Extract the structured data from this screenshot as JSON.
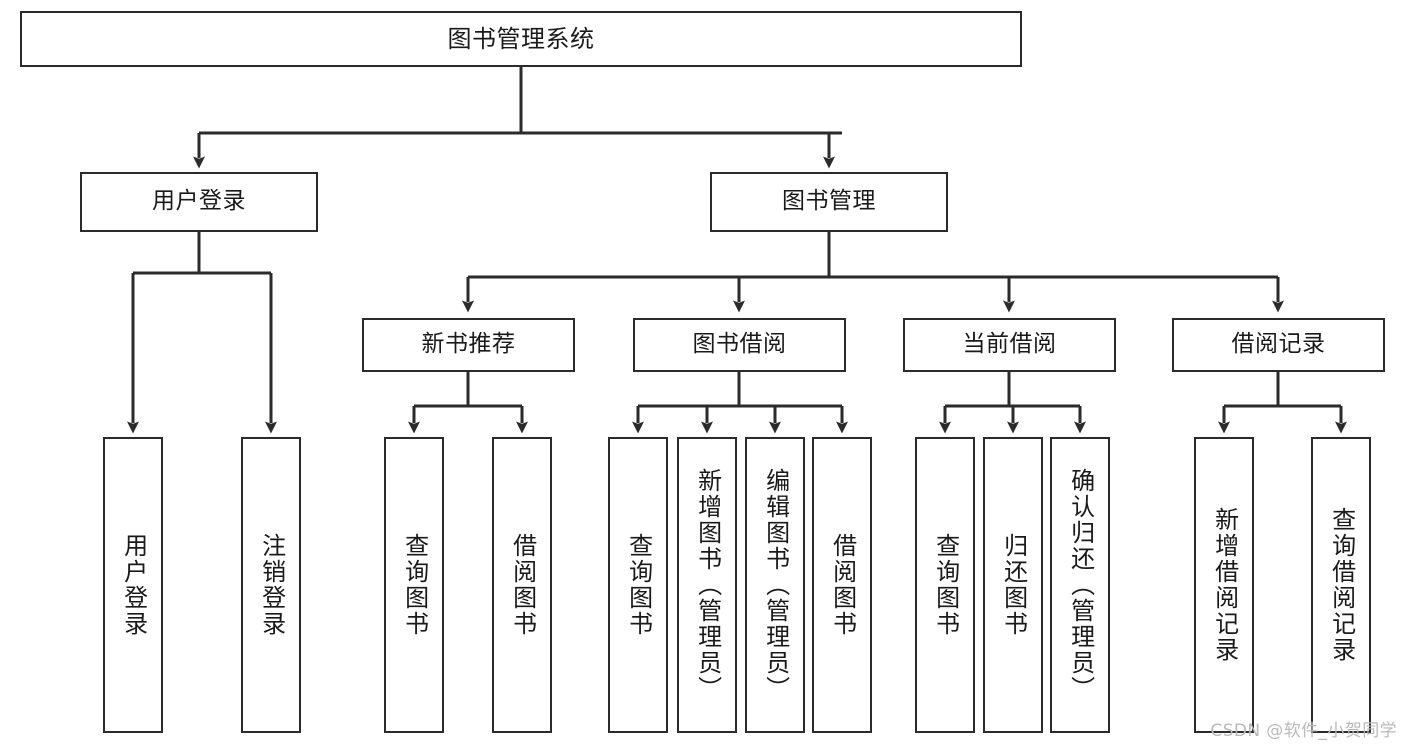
{
  "diagram": {
    "type": "tree-hierarchy",
    "title": "图书管理系统",
    "root": {
      "id": "root",
      "label": "图书管理系统"
    },
    "level2": [
      {
        "id": "user-login",
        "label": "用户登录"
      },
      {
        "id": "book-management",
        "label": "图书管理"
      }
    ],
    "level3": [
      {
        "id": "new-book-recommend",
        "label": "新书推荐",
        "parent": "book-management"
      },
      {
        "id": "book-borrow",
        "label": "图书借阅",
        "parent": "book-management"
      },
      {
        "id": "current-borrow",
        "label": "当前借阅",
        "parent": "book-management"
      },
      {
        "id": "borrow-record",
        "label": "借阅记录",
        "parent": "book-management"
      }
    ],
    "leaves": {
      "user_login": [
        {
          "id": "leaf-user-login",
          "label": "用户登录"
        },
        {
          "id": "leaf-logout-login",
          "label": "注销登录"
        }
      ],
      "new_book_recommend": [
        {
          "id": "leaf-query-book-1",
          "label": "查询图书"
        },
        {
          "id": "leaf-borrow-book-1",
          "label": "借阅图书"
        }
      ],
      "book_borrow": [
        {
          "id": "leaf-query-book-2",
          "label": "查询图书"
        },
        {
          "id": "leaf-add-book",
          "label": "新增图书（管理员）"
        },
        {
          "id": "leaf-edit-book",
          "label": "编辑图书（管理员）"
        },
        {
          "id": "leaf-borrow-book-2",
          "label": "借阅图书"
        }
      ],
      "current_borrow": [
        {
          "id": "leaf-query-book-3",
          "label": "查询图书"
        },
        {
          "id": "leaf-return-book",
          "label": "归还图书"
        },
        {
          "id": "leaf-confirm-return",
          "label": "确认归还（管理员）"
        }
      ],
      "borrow_record": [
        {
          "id": "leaf-add-record",
          "label": "新增借阅记录"
        },
        {
          "id": "leaf-query-record",
          "label": "查询借阅记录"
        }
      ]
    }
  },
  "watermark": {
    "text": "CSDN @软件_小贺同学"
  },
  "colors": {
    "box_border": "#2b2b2b",
    "box_fill": "#ffffff",
    "connector": "#2b2b2b",
    "text": "#1a1a1a",
    "watermark": "#b9b9b9",
    "background": "#ffffff"
  }
}
